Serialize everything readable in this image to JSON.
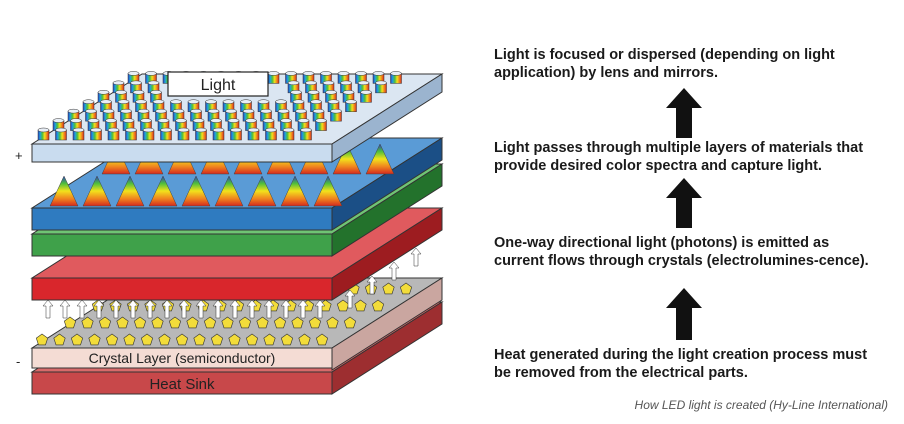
{
  "diagram": {
    "layers": {
      "light_label": "Light",
      "crystal_label": "Crystal Layer (semiconductor)",
      "heat_sink_label": "Heat Sink",
      "plus_sign": "+",
      "minus_sign": "-"
    },
    "colors": {
      "top_plate": "#c9dcef",
      "blue_layer": "#2f7bc0",
      "green_layer": "#3fa14a",
      "red_layer": "#d9262c",
      "crystal_layer": "#f4dcd4",
      "heat_sink": "#c8484a",
      "crystal_pentagon": "#f2dc3a"
    },
    "steps": [
      {
        "text": "Light is focused or dispersed (depending on light application) by lens and mirrors."
      },
      {
        "text": "Light passes through multiple layers of materials that provide desired color spectra and capture light."
      },
      {
        "text": "One-way directional light (photons) is emitted as current flows through crystals (electrolumines-cence)."
      },
      {
        "text": "Heat generated during the light creation process must be removed from the electrical parts."
      }
    ],
    "caption": "How LED light is created (Hy-Line International)"
  }
}
